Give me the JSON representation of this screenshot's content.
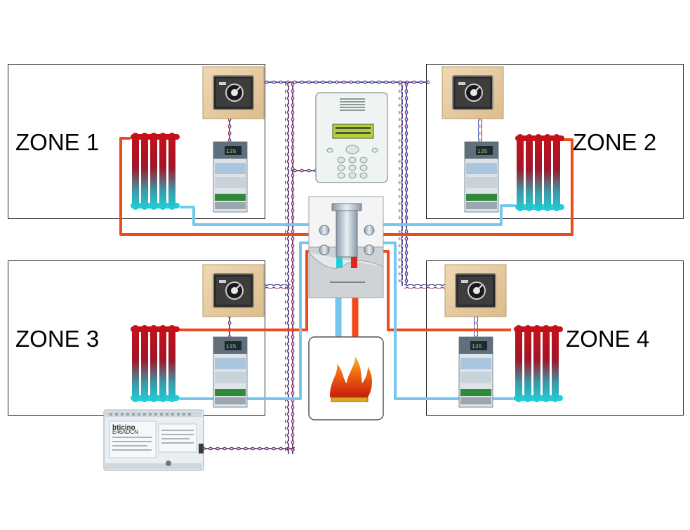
{
  "zones": [
    {
      "label": "ZONE 1"
    },
    {
      "label": "ZONE 2"
    },
    {
      "label": "ZONE 3"
    },
    {
      "label": "ZONE 4"
    }
  ],
  "power_supply": {
    "brand": "bticino",
    "model": "E46ADCN"
  },
  "colors": {
    "hot_pipe": "#f04a1c",
    "cold_pipe": "#74c8ee",
    "bus_red": "#c0283a",
    "bus_blue": "#3a4fa8",
    "radiator_top": "#c8101a",
    "radiator_bottom": "#20d0d8",
    "wood": "#e8cfa6"
  },
  "icons": [
    "thermostat-icon",
    "actuator-module-icon",
    "radiator-icon",
    "boiler-flame-icon",
    "manifold-icon",
    "central-unit-icon",
    "power-supply-icon"
  ]
}
